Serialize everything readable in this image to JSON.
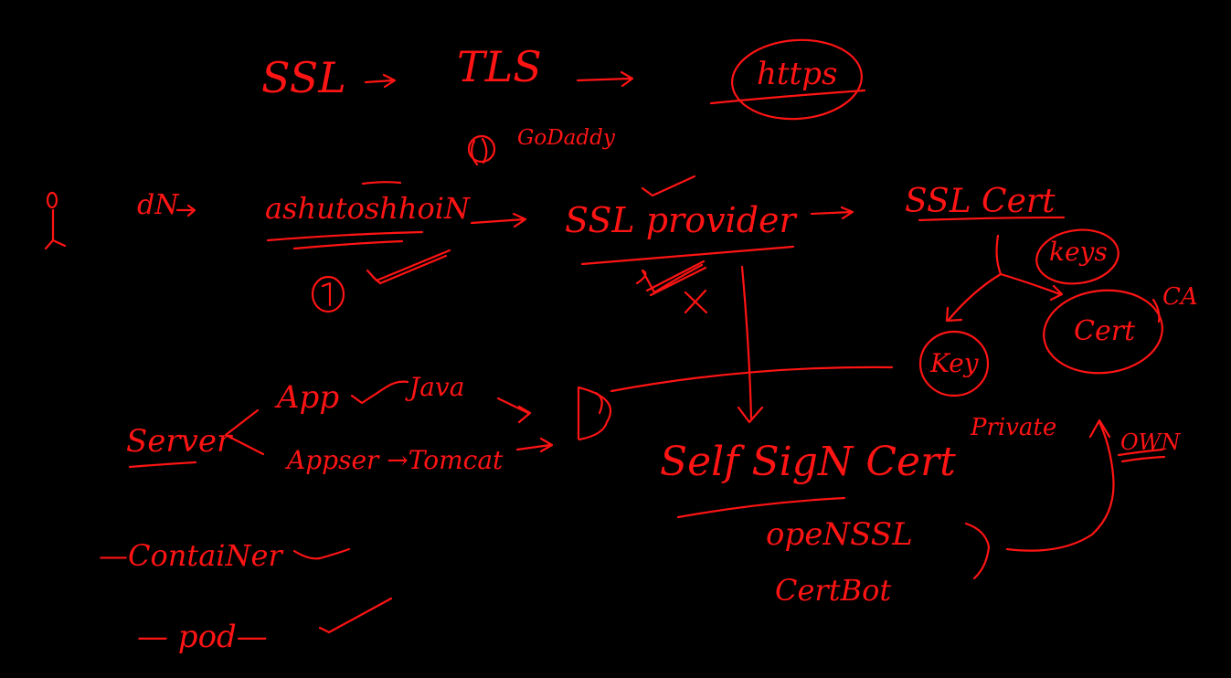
{
  "canvas": {
    "background": "#000000",
    "ink_color": "#ff1414"
  },
  "notes": {
    "ssl": "SSL",
    "tls": "TLS",
    "https": "https",
    "godaddy": "GoDaddy",
    "dn": "dN",
    "domain": "ashutoshhoiN",
    "ssl_provider": "SSL provider",
    "ssl_cert": "SSL Cert",
    "keys": "keys",
    "ca": "CA",
    "cert": "Cert",
    "key": "Key",
    "private": "Private",
    "own": "OWN",
    "app": "App",
    "java": "Java",
    "server": "Server",
    "appser_tomcat": "Appser →Tomcat",
    "self_sign_cert": "Self SigN Cert",
    "openssl": "opeNSSL",
    "certbot": "CertBot",
    "container": "—ContaiNer",
    "pod": "— pod—"
  }
}
